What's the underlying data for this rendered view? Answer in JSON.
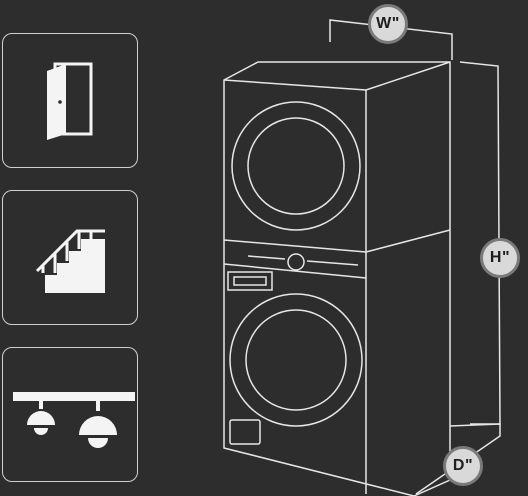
{
  "colors": {
    "background": "#2d2d2d",
    "line": "#e6e6e6",
    "icon_fill": "#f4f4f4",
    "badge_fill": "#d9d9d9",
    "badge_border": "#7a7a7a"
  },
  "cards": [
    {
      "icon": "door-icon"
    },
    {
      "icon": "stairs-icon"
    },
    {
      "icon": "ceiling-lights-icon"
    }
  ],
  "dimensions": {
    "width_label": "W\"",
    "height_label": "H\"",
    "depth_label": "D\""
  }
}
